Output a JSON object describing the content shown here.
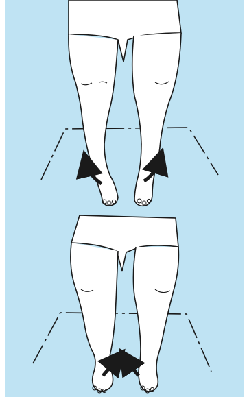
{
  "colors": {
    "panel_background": "#bfe3f3",
    "page_background": "#ffffff",
    "garment": "#ffffff",
    "skin": "#ffffff",
    "outline": "#1a1a1a",
    "arrow": "#1a1a1a"
  },
  "figures": [
    {
      "name": "external-rotation",
      "arrow_direction": "outward"
    },
    {
      "name": "internal-rotation",
      "arrow_direction": "inward"
    }
  ],
  "icons": [
    "curved-arrow-icon"
  ]
}
